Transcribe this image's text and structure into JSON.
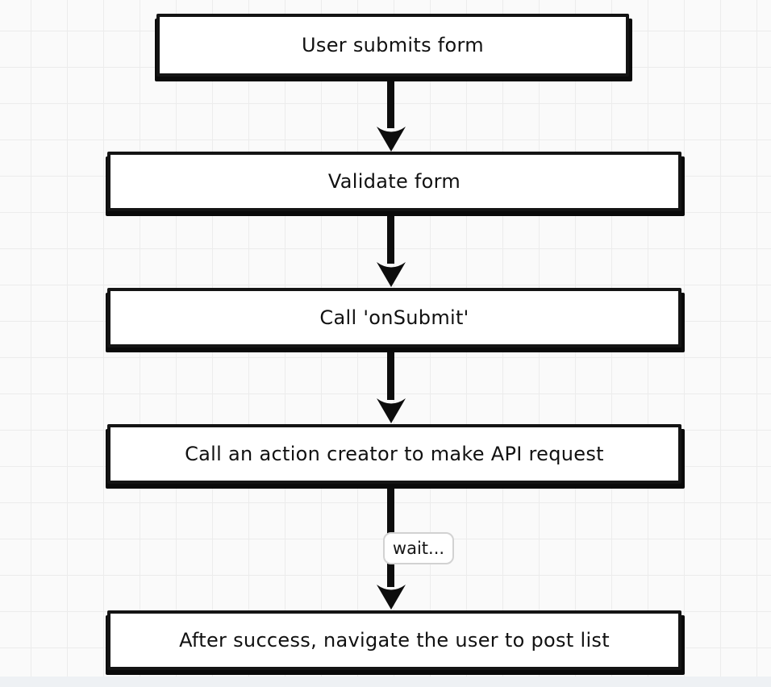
{
  "canvas": {
    "background_color": "#fafafa",
    "grid_color": "#ececec",
    "node_fill": "#ffffff",
    "node_stroke": "#141414",
    "edge_color": "#0d0d0d",
    "edge_label_border": "#d2d2d2"
  },
  "flowchart": {
    "nodes": [
      {
        "id": "n1",
        "label": "User submits form"
      },
      {
        "id": "n2",
        "label": "Validate form"
      },
      {
        "id": "n3",
        "label": "Call 'onSubmit'"
      },
      {
        "id": "n4",
        "label": "Call an action creator to make API request"
      },
      {
        "id": "n5",
        "label": "After success, navigate the user to post list"
      }
    ],
    "edges": [
      {
        "from": "n1",
        "to": "n2",
        "label": ""
      },
      {
        "from": "n2",
        "to": "n3",
        "label": ""
      },
      {
        "from": "n3",
        "to": "n4",
        "label": ""
      },
      {
        "from": "n4",
        "to": "n5",
        "label": "wait..."
      }
    ]
  }
}
